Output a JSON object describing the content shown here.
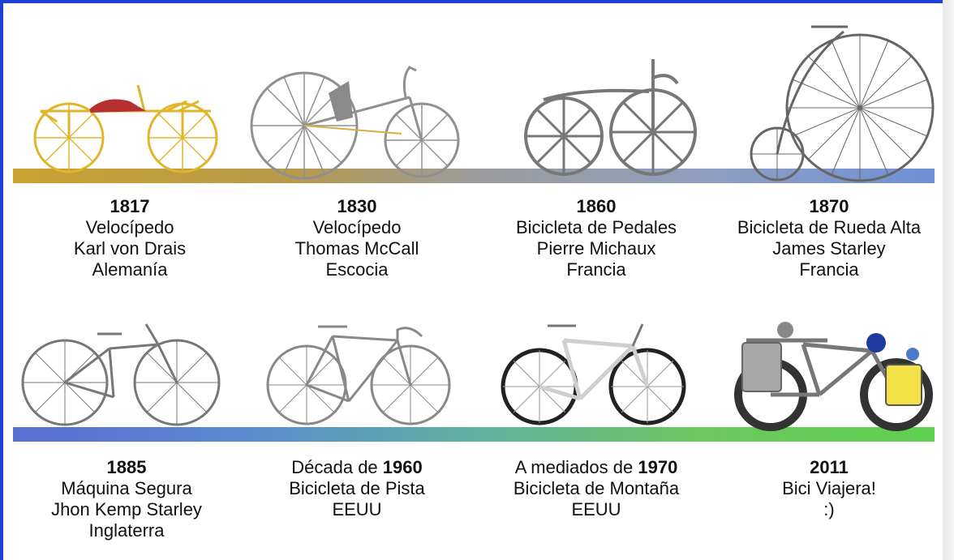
{
  "timeline": {
    "colors": {
      "top_start": "#c9a232",
      "top_end": "#6e8fd8",
      "bottom_start": "#5b6fd0",
      "bottom_end": "#5fd050",
      "frame": "#1f3fd6"
    }
  },
  "entries": [
    {
      "year": "1817",
      "name": "Velocípedo",
      "inventor": "Karl von Drais",
      "country": "Alemanía",
      "icon": "draisine-bike-icon"
    },
    {
      "year": "1830",
      "name": "Velocípedo",
      "inventor": "Thomas McCall",
      "country": "Escocia",
      "icon": "mccall-velocipede-icon"
    },
    {
      "year": "1860",
      "name": "Bicicleta de Pedales",
      "inventor": "Pierre Michaux",
      "country": "Francia",
      "icon": "boneshaker-bike-icon"
    },
    {
      "year": "1870",
      "name": "Bicicleta de Rueda Alta",
      "inventor": "James Starley",
      "country": "Francia",
      "icon": "penny-farthing-icon"
    },
    {
      "year": "1885",
      "name": "Máquina Segura",
      "inventor": "Jhon Kemp Starley",
      "country": "Inglaterra",
      "icon": "safety-bike-icon"
    },
    {
      "prefix": "Década de ",
      "year": "1960",
      "name": "Bicicleta de Pista",
      "country": "EEUU",
      "icon": "track-bike-icon"
    },
    {
      "prefix": "A mediados de ",
      "year": "1970",
      "name": "Bicicleta de Montaña",
      "country": "EEUU",
      "icon": "mountain-bike-icon"
    },
    {
      "year": "2011",
      "name": "Bici Viajera!",
      "country": ":)",
      "icon": "touring-bike-icon"
    }
  ]
}
